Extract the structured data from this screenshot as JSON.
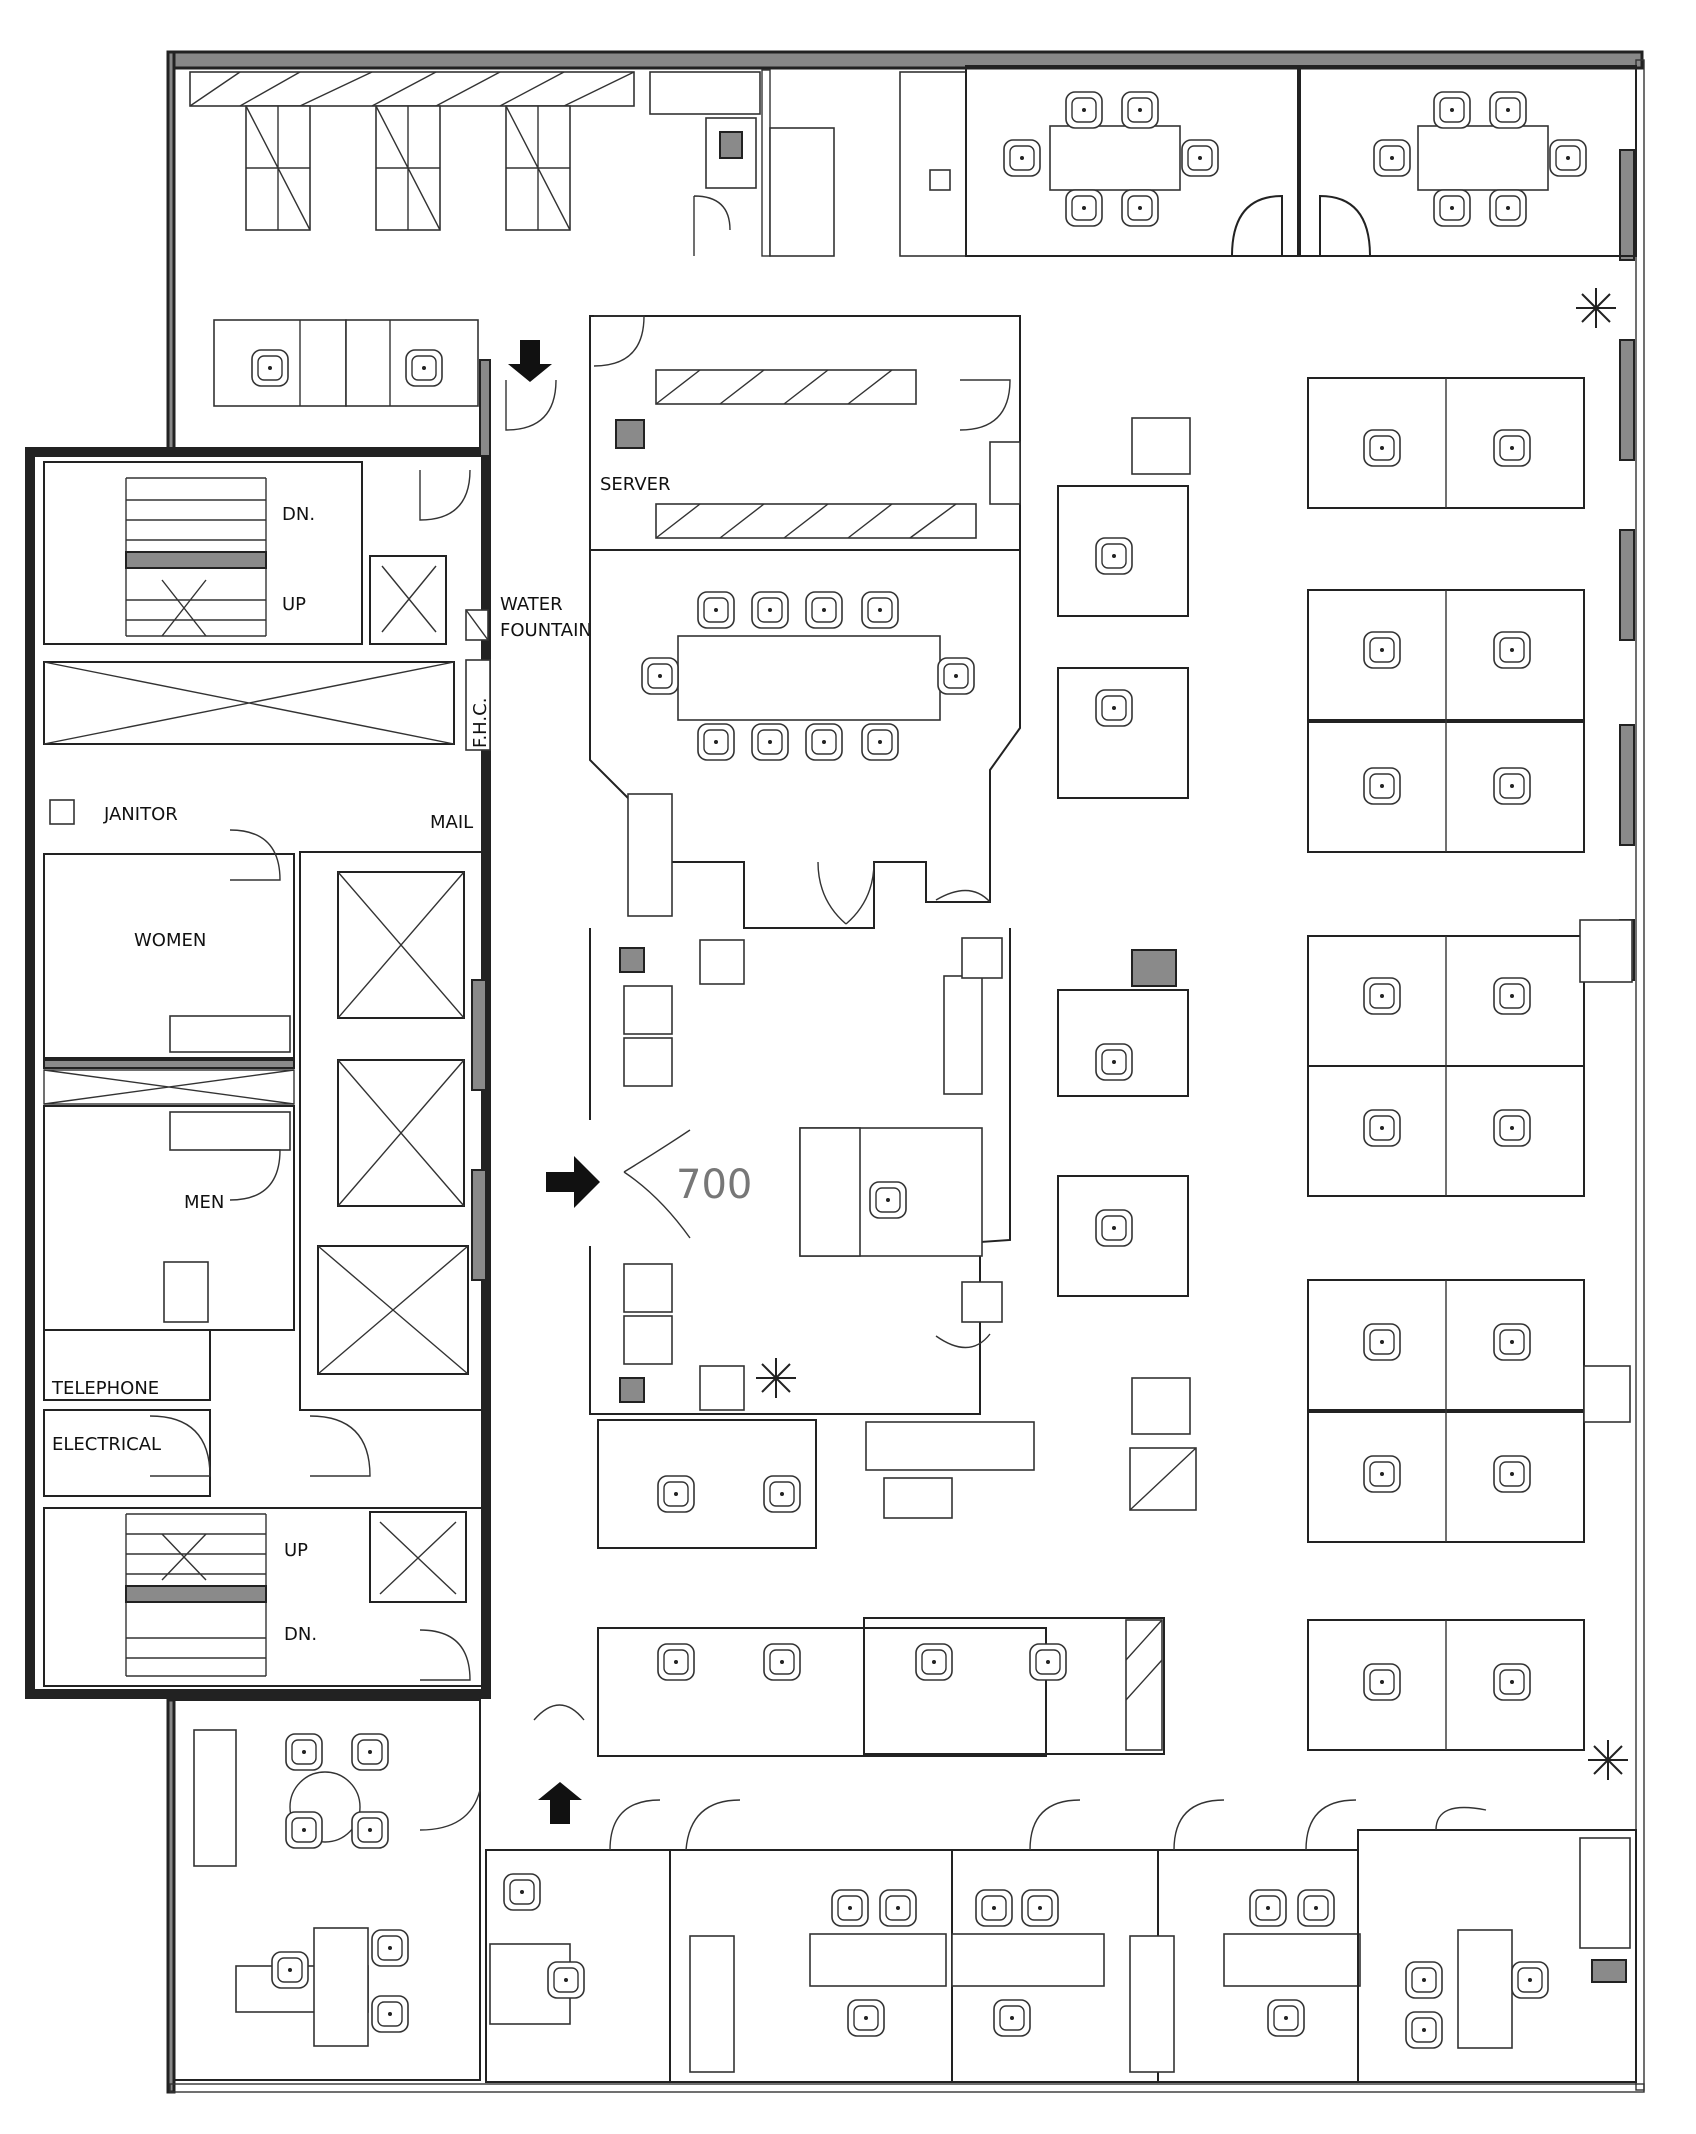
{
  "labels": {
    "dn_top": "DN.",
    "up_top": "UP",
    "water": "WATER",
    "fountain": "FOUNTAIN",
    "server": "SERVER",
    "fhc": "F.H.C.",
    "janitor": "JANITOR",
    "mail": "MAIL",
    "women": "WOMEN",
    "men": "MEN",
    "telephone": "TELEPHONE",
    "electrical": "ELECTRICAL",
    "up_bottom": "UP",
    "dn_bottom": "DN.",
    "suite": "700"
  },
  "icons": {
    "entry": "arrow-right-icon",
    "exit_top": "arrow-down-icon",
    "exit_bottom": "arrow-up-icon",
    "plant": "plant-icon",
    "chair": "chair-icon"
  },
  "colors": {
    "wall": "#888888",
    "line": "#222222",
    "room_number": "#777777"
  }
}
